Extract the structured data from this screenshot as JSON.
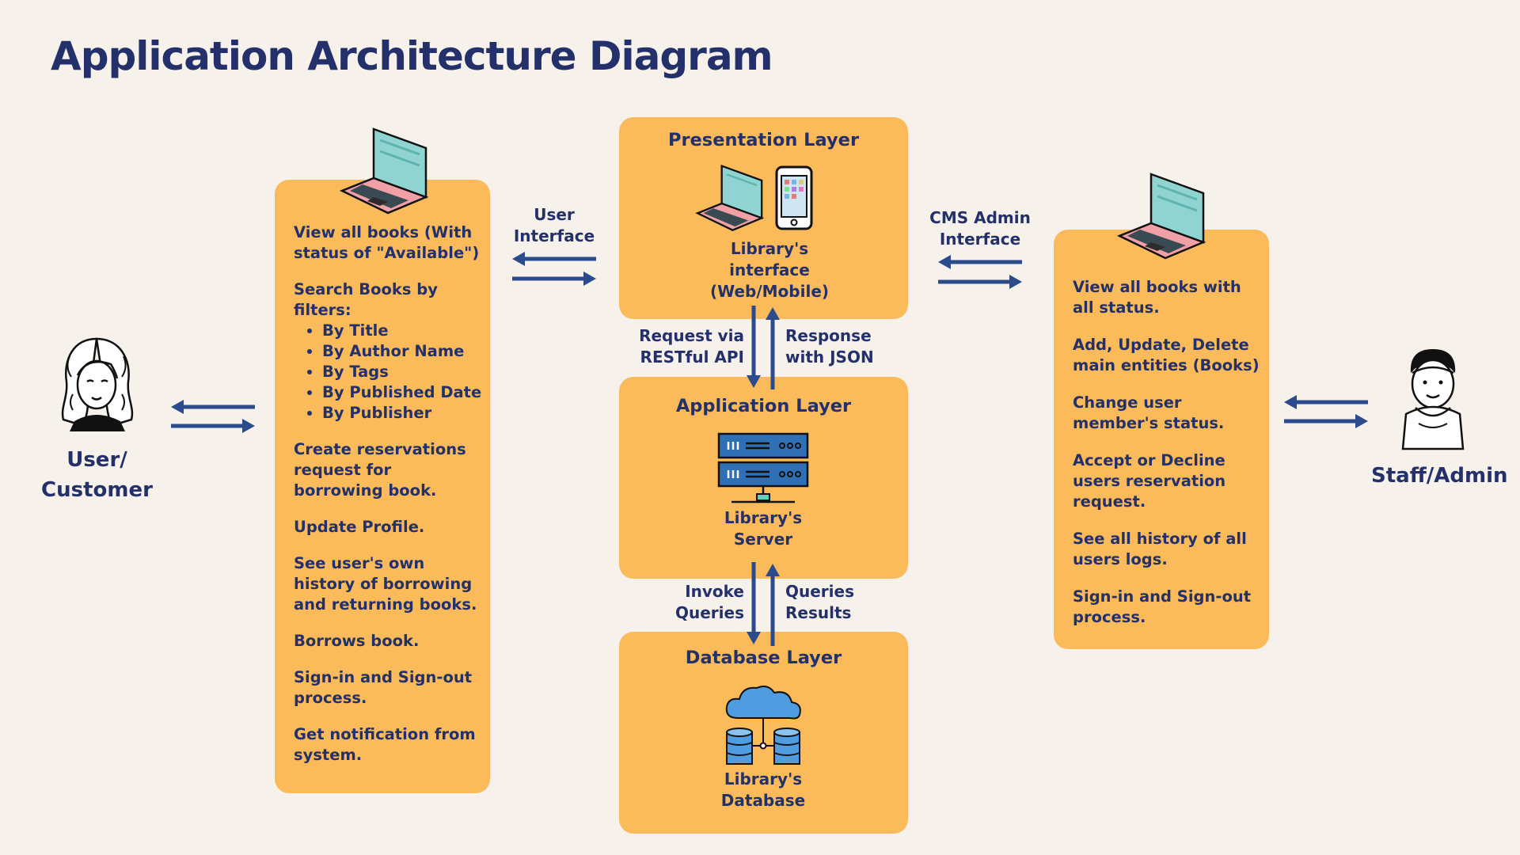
{
  "title": "Application Architecture Diagram",
  "actors": {
    "user": "User/ Customer",
    "staff": "Staff/Admin"
  },
  "user_panel": {
    "items": [
      "View all books (With status of \"Available\")",
      "Search Books by filters:",
      "Create reservations request for borrowing book.",
      "Update Profile.",
      "See user's own history of borrowing and returning books.",
      "Borrows book.",
      "Sign-in and Sign-out process.",
      "Get notification from system."
    ],
    "filters": [
      "By Title",
      "By Author Name",
      "By Tags",
      "By Published Date",
      "By Publisher"
    ]
  },
  "admin_panel": {
    "items": [
      "View all books with all status.",
      "Add, Update, Delete main entities (Books)",
      "Change user member's status.",
      "Accept or Decline users reservation request.",
      "See all history of all users logs.",
      "Sign-in and Sign-out process."
    ]
  },
  "layers": {
    "presentation": {
      "title": "Presentation Layer",
      "caption": "Library's interface (Web/Mobile)"
    },
    "application": {
      "title": "Application Layer",
      "caption": "Library's Server"
    },
    "database": {
      "title": "Database Layer",
      "caption": "Library's Database"
    }
  },
  "connections": {
    "user_interface": "User Interface",
    "cms_interface": "CMS Admin Interface",
    "request": "Request via RESTful API",
    "response": "Response with JSON",
    "invoke": "Invoke Queries",
    "results": "Queries Results"
  },
  "colors": {
    "background": "#f6f1ea",
    "panel": "#fbbb5a",
    "text": "#23306a",
    "arrow": "#2b4b8c"
  }
}
